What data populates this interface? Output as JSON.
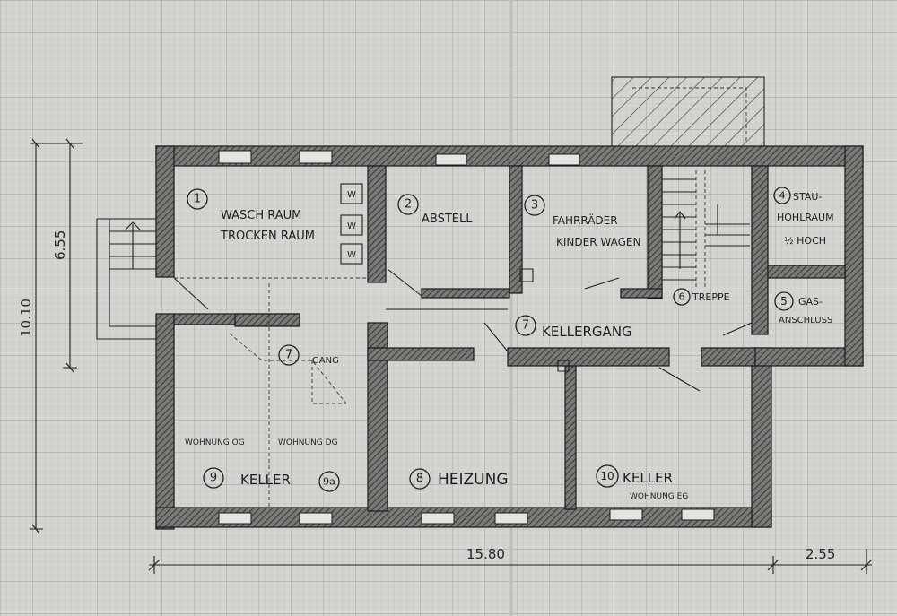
{
  "rooms": [
    {
      "number": "1",
      "lines": [
        "WASCH RAUM",
        "TROCKEN RAUM"
      ]
    },
    {
      "number": "2",
      "lines": [
        "ABSTELL"
      ]
    },
    {
      "number": "3",
      "lines": [
        "FAHRRÄDER",
        "KINDER WAGEN"
      ]
    },
    {
      "number": "4",
      "lines": [
        "STAU-",
        "HOHLRAUM",
        "½ HOCH"
      ]
    },
    {
      "number": "5",
      "lines": [
        "GAS-",
        "ANSCHLUSS"
      ]
    },
    {
      "number": "6",
      "lines": [
        "TREPPE"
      ]
    },
    {
      "number": "7",
      "lines": [
        "KELLERGANG"
      ]
    },
    {
      "number": "7",
      "lines": [
        "GANG"
      ]
    },
    {
      "number": "8",
      "lines": [
        "HEIZUNG"
      ]
    },
    {
      "number": "9",
      "lines": [
        "KELLER"
      ]
    },
    {
      "number": "9a",
      "lines": []
    },
    {
      "number": "10",
      "lines": [
        "KELLER",
        "WOHNUNG EG"
      ]
    }
  ],
  "sublabels": {
    "wohnung_og": "WOHNUNG OG",
    "wohnung_dg": "WOHNUNG DG"
  },
  "appliance_marks": [
    "W",
    "W",
    "W"
  ],
  "dimensions": {
    "total_width": "15.80",
    "annex_width": "2.55",
    "total_depth": "10.10",
    "partial_depth": "6.55"
  }
}
